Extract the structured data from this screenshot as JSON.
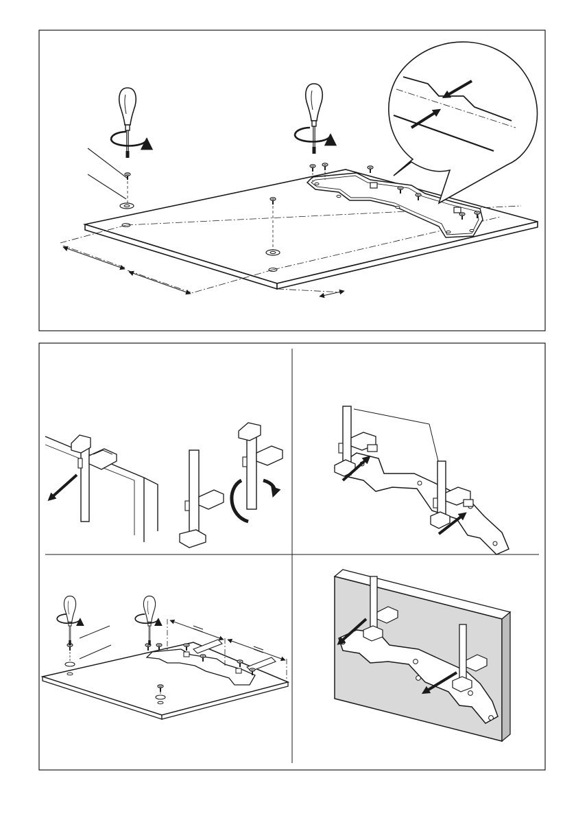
{
  "colors": {
    "ink": "#1a1a1a",
    "paper": "#ffffff",
    "wall_shade": "#d9d9d9",
    "wall_shadow": "#bdbdbd"
  },
  "panels": {
    "top": "step-mark-and-screw-template",
    "middle_left": "step-detach-spacers",
    "middle_right": "step-attach-spacers",
    "bottom_left": "step-screw-bracket",
    "bottom_right": "step-hang-on-wall"
  },
  "icons": [
    "screwdriver-icon",
    "rotation-arrow-icon",
    "push-arrow-icon",
    "magnifier-callout-icon"
  ]
}
